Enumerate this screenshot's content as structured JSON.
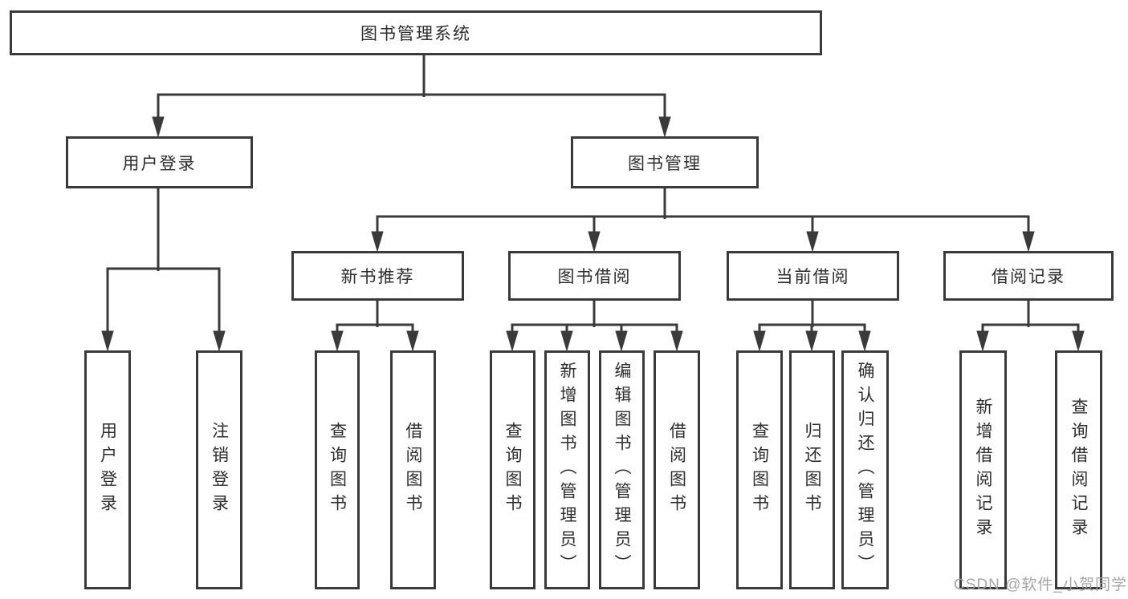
{
  "tree": {
    "root": {
      "label": "图书管理系统"
    },
    "branches": [
      {
        "label": "用户登录",
        "children": [
          {
            "label": "用户登录"
          },
          {
            "label": "注销登录"
          }
        ]
      },
      {
        "label": "图书管理",
        "children": [
          {
            "label": "新书推荐",
            "children": [
              {
                "label": "查询图书"
              },
              {
                "label": "借阅图书"
              }
            ]
          },
          {
            "label": "图书借阅",
            "children": [
              {
                "label": "查询图书"
              },
              {
                "label": "新增图书（管理员）"
              },
              {
                "label": "编辑图书（管理员）"
              },
              {
                "label": "借阅图书"
              }
            ]
          },
          {
            "label": "当前借阅",
            "children": [
              {
                "label": "查询图书"
              },
              {
                "label": "归还图书"
              },
              {
                "label": "确认归还（管理员）"
              }
            ]
          },
          {
            "label": "借阅记录",
            "children": [
              {
                "label": "新增借阅记录"
              },
              {
                "label": "查询借阅记录"
              }
            ]
          }
        ]
      }
    ]
  },
  "watermark": {
    "text": "CSDN @软件_小贺同学"
  },
  "colors": {
    "line": "#3a3a3a",
    "box_border": "#3a3a3a",
    "box_fill": "#ffffff",
    "text": "#2d2d2d",
    "watermark": "#9e9e9e",
    "background": "#ffffff"
  }
}
